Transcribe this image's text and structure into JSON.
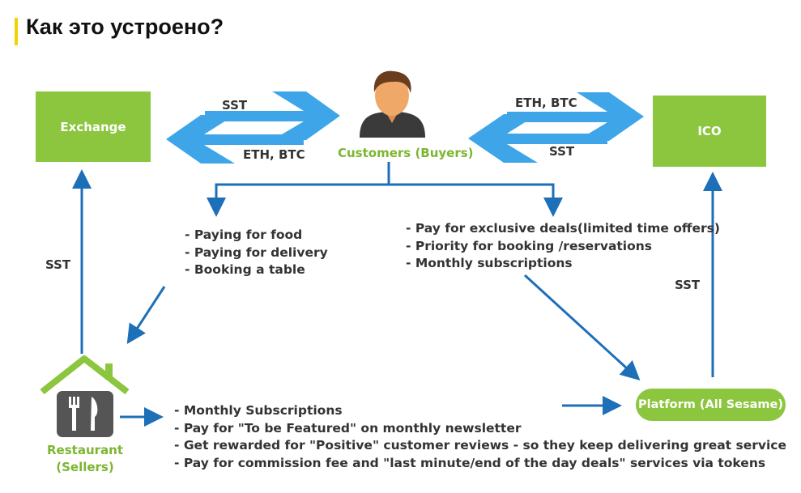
{
  "title": "Как это устроено?",
  "nodes": {
    "exchange": "Exchange",
    "ico": "ICO",
    "customers": "Customers (Buyers)",
    "restaurant_line1": "Restaurant",
    "restaurant_line2": "(Sellers)",
    "platform": "Platform (All Sesame)"
  },
  "flows": {
    "sst_to_customer_left": "SST",
    "eth_btc_to_exchange": "ETH, BTC",
    "eth_btc_to_ico": "ETH, BTC",
    "sst_to_customer_right": "SST",
    "sst_restaurant_exchange": "SST",
    "sst_platform_ico": "SST"
  },
  "customer_left_uses": [
    "- Paying for food",
    "- Paying for delivery",
    "- Booking a table"
  ],
  "customer_right_uses": [
    "- Pay for exclusive deals(limited time offers)",
    "- Priority for booking /reservations",
    "- Monthly subscriptions"
  ],
  "restaurant_uses": [
    "- Monthly Subscriptions",
    "- Pay for \"To be Featured\" on monthly newsletter",
    "- Get rewarded for \"Positive\" customer reviews - so they keep delivering great service",
    "-  Pay for commission fee and \"last minute/end of the day deals\" services via tokens"
  ],
  "colors": {
    "green": "#8cc63f",
    "blue_arrow": "#1d6fb8",
    "light_blue_arrow": "#3ea6e8",
    "title_accent": "#f5d000"
  },
  "icons": [
    "customer-avatar-icon",
    "restaurant-house-icon"
  ]
}
